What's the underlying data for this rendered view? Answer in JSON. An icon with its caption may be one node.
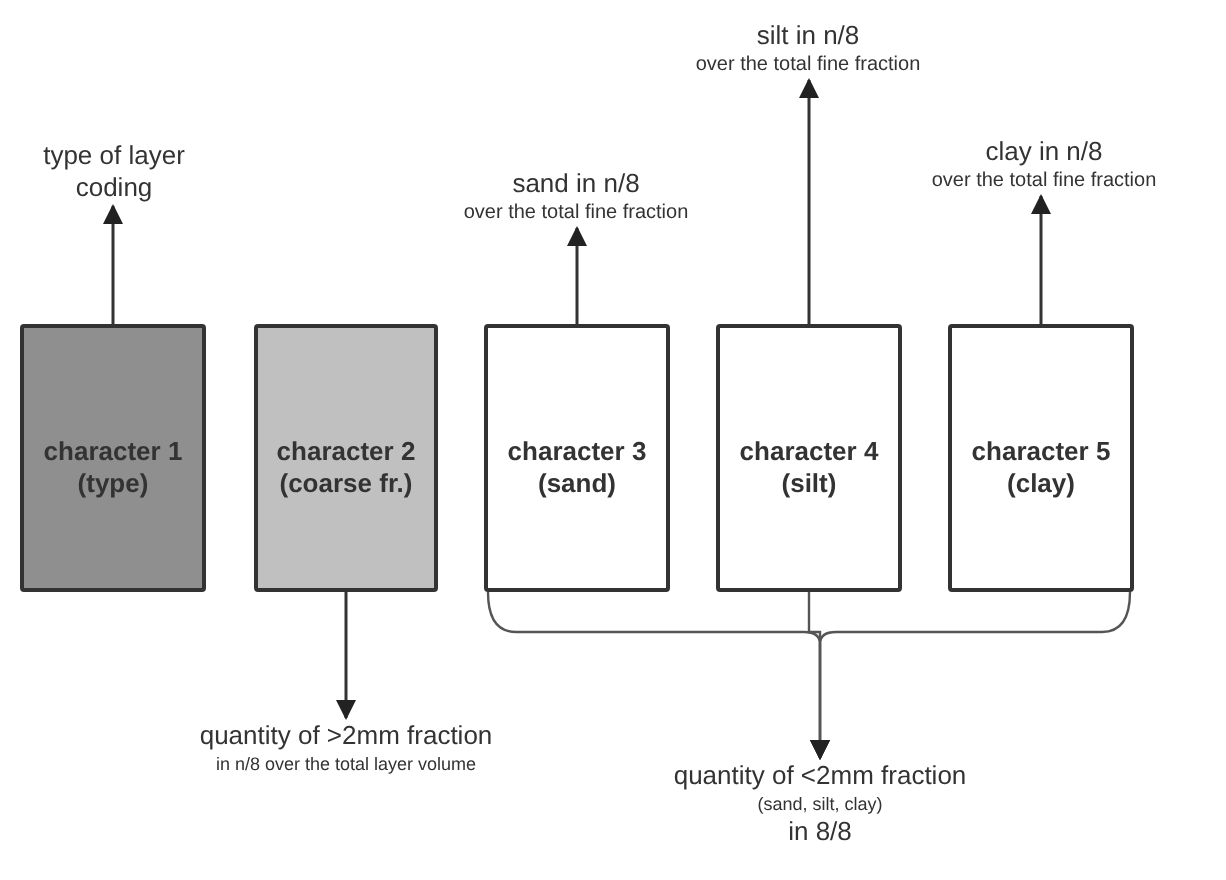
{
  "diagram": {
    "nodes": [
      {
        "text": [
          "character 1 (type)"
        ]
      },
      {
        "text": [
          "character 2 (coarse fr.)"
        ]
      },
      {
        "text": [
          "character 3 (sand)"
        ]
      },
      {
        "text": [
          "character 4 (silt)"
        ]
      },
      {
        "text": [
          "character 5 (clay)"
        ]
      },
      {
        "text": [
          "type of layer coding"
        ]
      },
      {
        "text": [
          "sand in n/8",
          "over the total fine fraction"
        ]
      },
      {
        "text": [
          "silt in n/8",
          "over the total fine fraction"
        ]
      },
      {
        "text": [
          "clay in n/8",
          "over the total fine fraction"
        ]
      },
      {
        "text": [
          "quantity of >2mm fraction",
          "in n/8 over the total layer volume"
        ]
      },
      {
        "text": [
          "quantity of <2mm fraction",
          "(sand, silt, clay)",
          "in 8/8"
        ]
      }
    ],
    "edges": [
      {
        "from": 0,
        "to": 5,
        "arrow": "to"
      },
      {
        "from": 2,
        "to": 6,
        "arrow": "to"
      },
      {
        "from": 3,
        "to": 7,
        "arrow": "to"
      },
      {
        "from": 4,
        "to": 8,
        "arrow": "to"
      },
      {
        "from": 1,
        "to": 9,
        "arrow": "to"
      },
      {
        "from": 2,
        "to": 10,
        "arrow": "to"
      },
      {
        "from": 3,
        "to": 10,
        "arrow": "to"
      },
      {
        "from": 4,
        "to": 10,
        "arrow": "to"
      }
    ]
  }
}
